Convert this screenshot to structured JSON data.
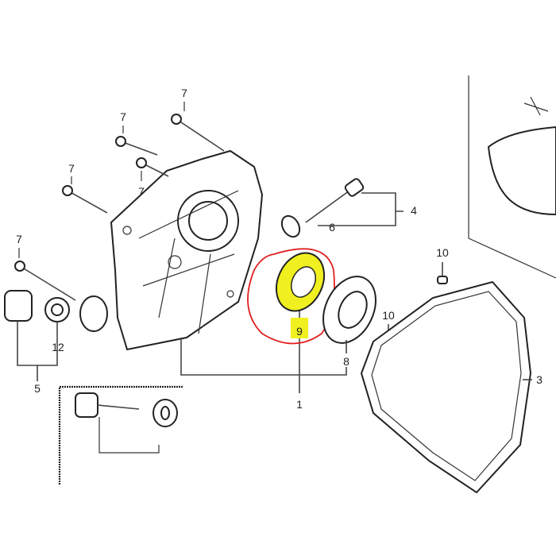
{
  "diagram": {
    "title": "",
    "callouts": {
      "bolt_a": "7",
      "bolt_b": "7",
      "bolt_c": "7",
      "bolt_d": "7",
      "bolt_e": "7",
      "oil_seal_small": "6",
      "dipstick": "4",
      "dowel_a": "10",
      "dowel_b": "10",
      "oil_seal_main": "9",
      "bearing": "8",
      "washer": "12",
      "drain_plug": "5",
      "cover_assy": "1",
      "gasket": "3"
    },
    "highlight": {
      "part": "9",
      "marker_color": "#f0f020",
      "circle_color": "#e02020"
    }
  }
}
